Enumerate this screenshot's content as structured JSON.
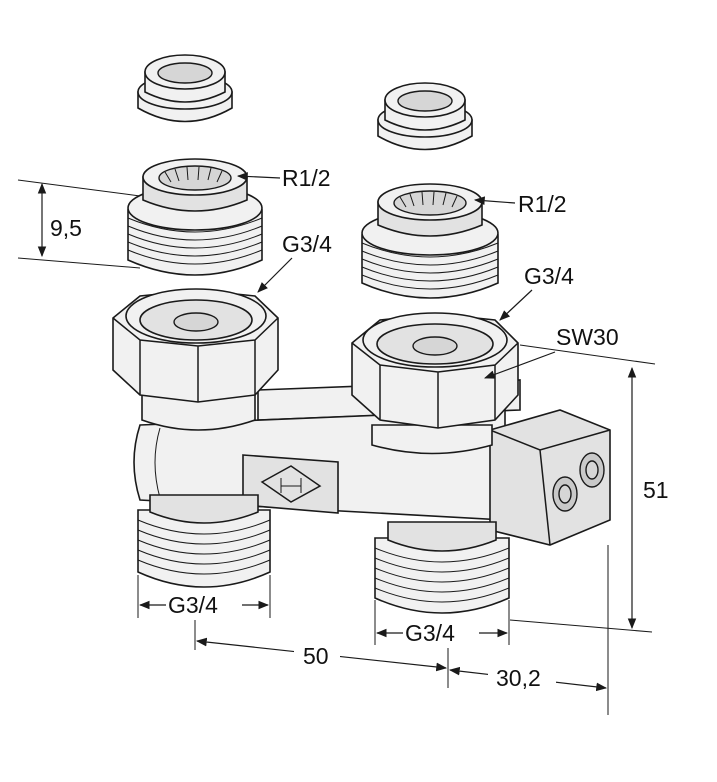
{
  "labels": {
    "r12_left": "R1/2",
    "r12_right": "R1/2",
    "g34_left_top": "G3/4",
    "g34_right_top": "G3/4",
    "sw30": "SW30",
    "g34_left_bottom": "G3/4",
    "g34_right_bottom": "G3/4"
  },
  "dimensions": {
    "thread_length": "9,5",
    "height": "51",
    "spacing": "50",
    "offset": "30,2"
  }
}
